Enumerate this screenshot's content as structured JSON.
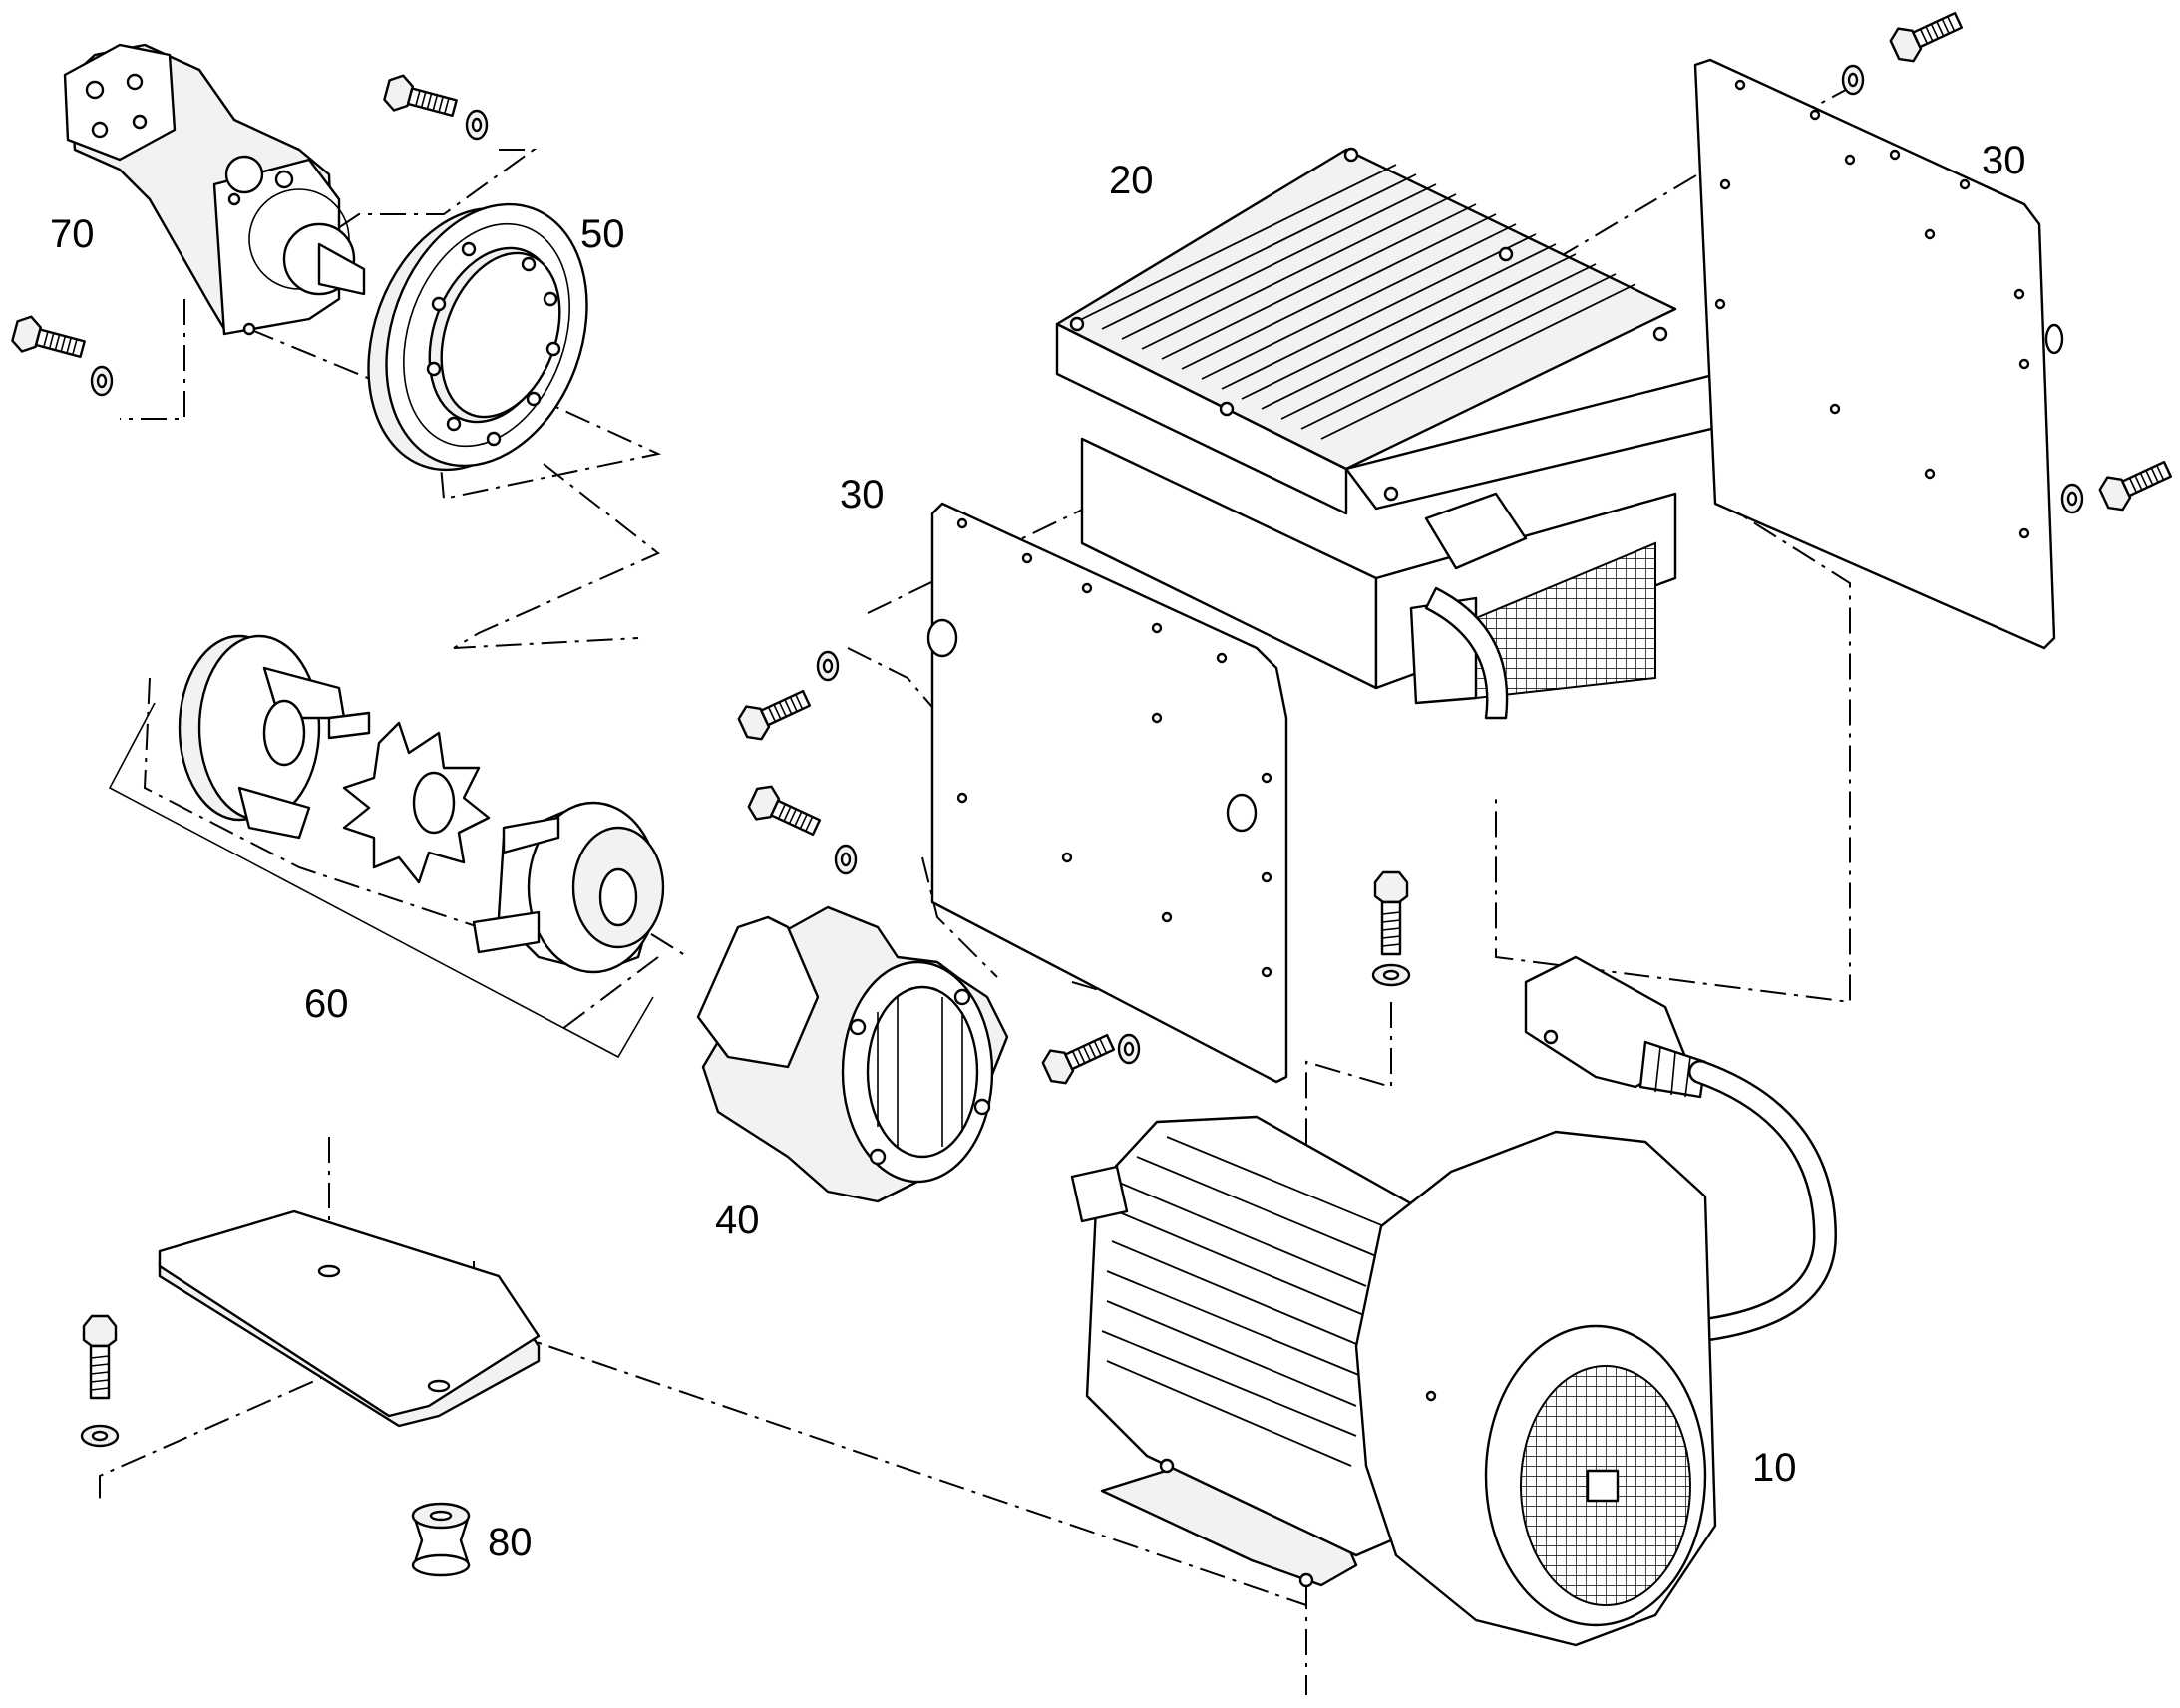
{
  "labels": {
    "p10": "10",
    "p20": "20",
    "p30a": "30",
    "p30b": "30",
    "p40": "40",
    "p50": "50",
    "p60": "60",
    "p70": "70",
    "p80": "80"
  },
  "colors": {
    "line": "#000000",
    "background": "#ffffff",
    "part_fill": "#ffffff",
    "shade": "#f2f2f2"
  }
}
